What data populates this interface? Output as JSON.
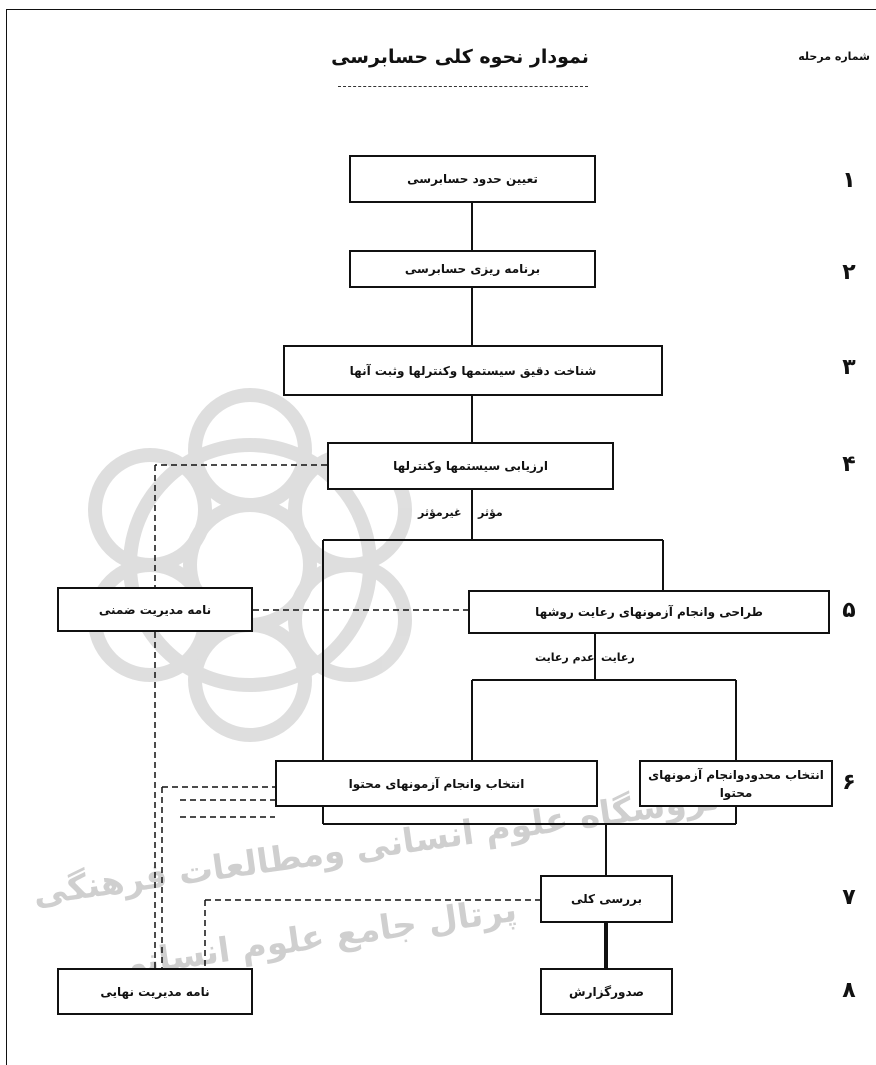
{
  "header": {
    "title": "نمودار نحوه کلی حسابرسی",
    "stage_column_label": "شماره مرحله"
  },
  "stages": [
    "۱",
    "۲",
    "۳",
    "۴",
    "۵",
    "۶",
    "۷",
    "۸"
  ],
  "boxes": {
    "audit_scope": "تعیین حدود حسابرسی",
    "audit_planning": "برنامه ریزی حسابرسی",
    "systems_understanding": "شناخت دقیق سیستمها وکنترلها وثبت آنها",
    "systems_evaluation": "ارزیابی سیستمها وکنترلها",
    "compliance_tests": "طراحی وانجام آزمونهای رعایت روشها",
    "management_letter_interim": "نامه مدیریت ضمنی",
    "substantive_tests": "انتخاب وانجام آزمونهای محتوا",
    "limited_substantive_tests": "انتخاب محدودوانجام آزمونهای محتوا",
    "overall_review": "بررسی کلی",
    "report_issuance": "صدورگزارش",
    "management_letter_final": "نامه مدیریت نهایی"
  },
  "branch_labels": {
    "effective": "مؤثر",
    "ineffective": "غیرمؤثر",
    "compliance": "رعایت",
    "non_compliance": "عدم رعایت"
  },
  "watermark": {
    "line1": "ثروشگاه علوم انسانی ومطالعات فرهنگی",
    "line2": "پرتال جامع علوم انسانی"
  }
}
